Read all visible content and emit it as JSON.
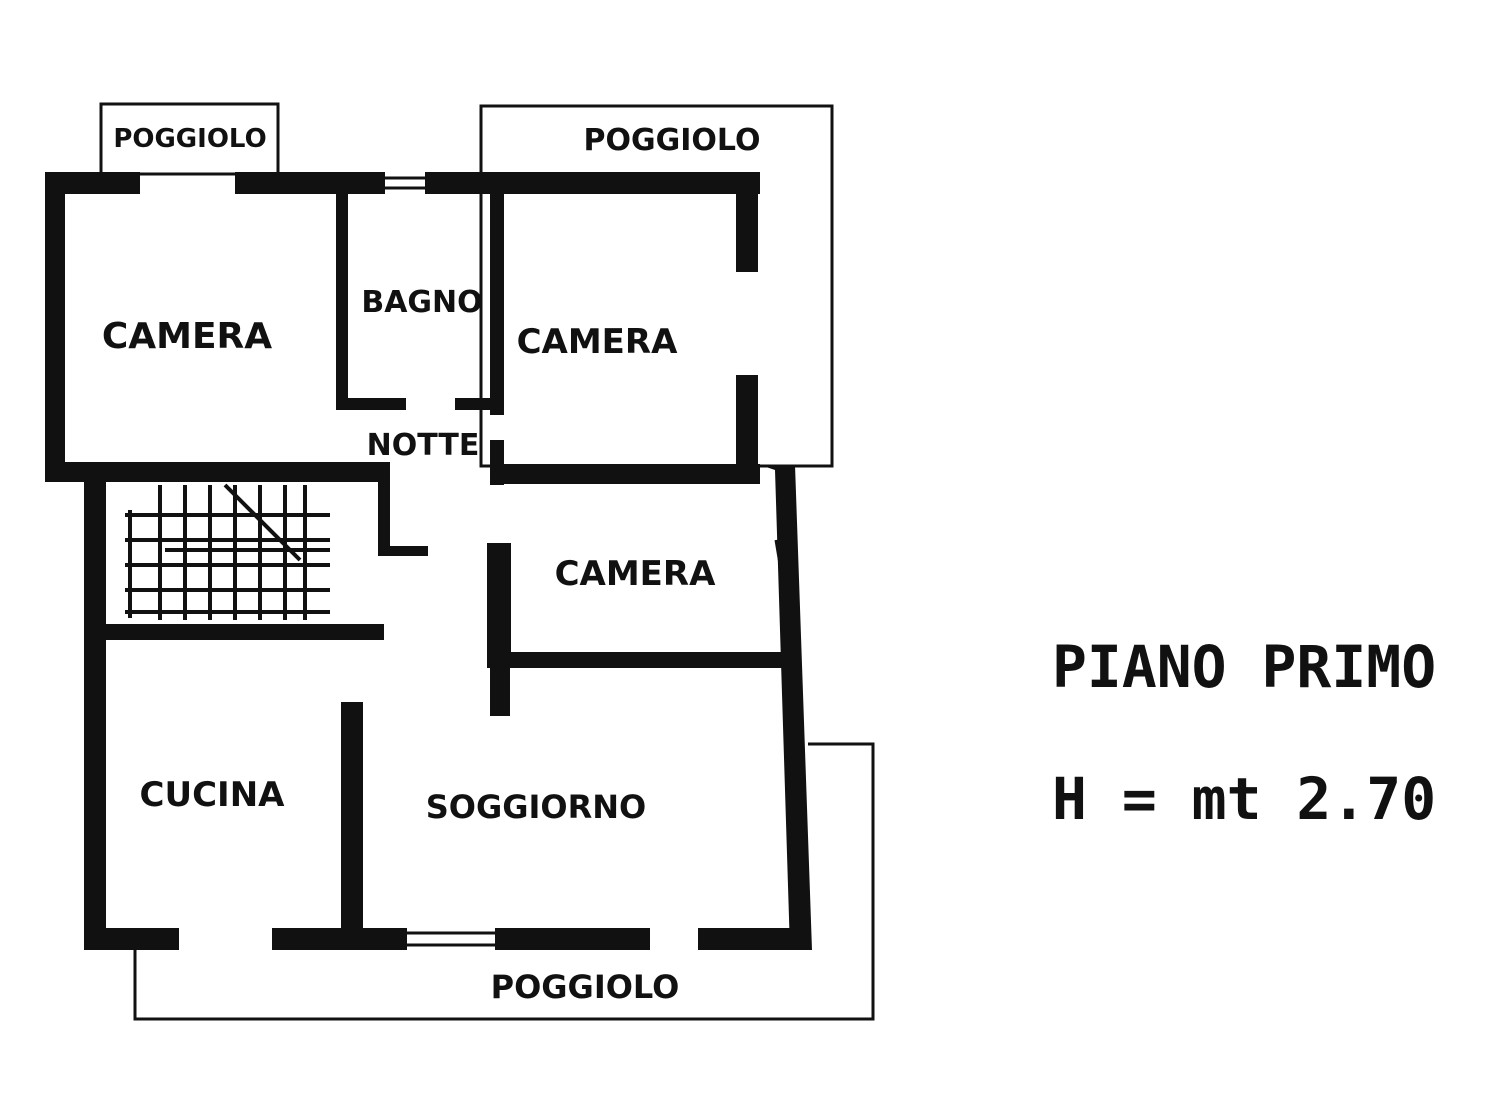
{
  "floor_plan": {
    "balconies": [
      "POGGIOLO",
      "POGGIOLO",
      "POGGIOLO"
    ],
    "rooms": {
      "camera_nw": "CAMERA",
      "bagno": "BAGNO",
      "camera_ne": "CAMERA",
      "hall": "NOTTE",
      "camera_mid": "CAMERA",
      "cucina": "CUCINA",
      "soggiorno": "SOGGIORNO"
    }
  },
  "title": {
    "floor": "PIANO PRIMO",
    "height": "H = mt 2.70"
  }
}
